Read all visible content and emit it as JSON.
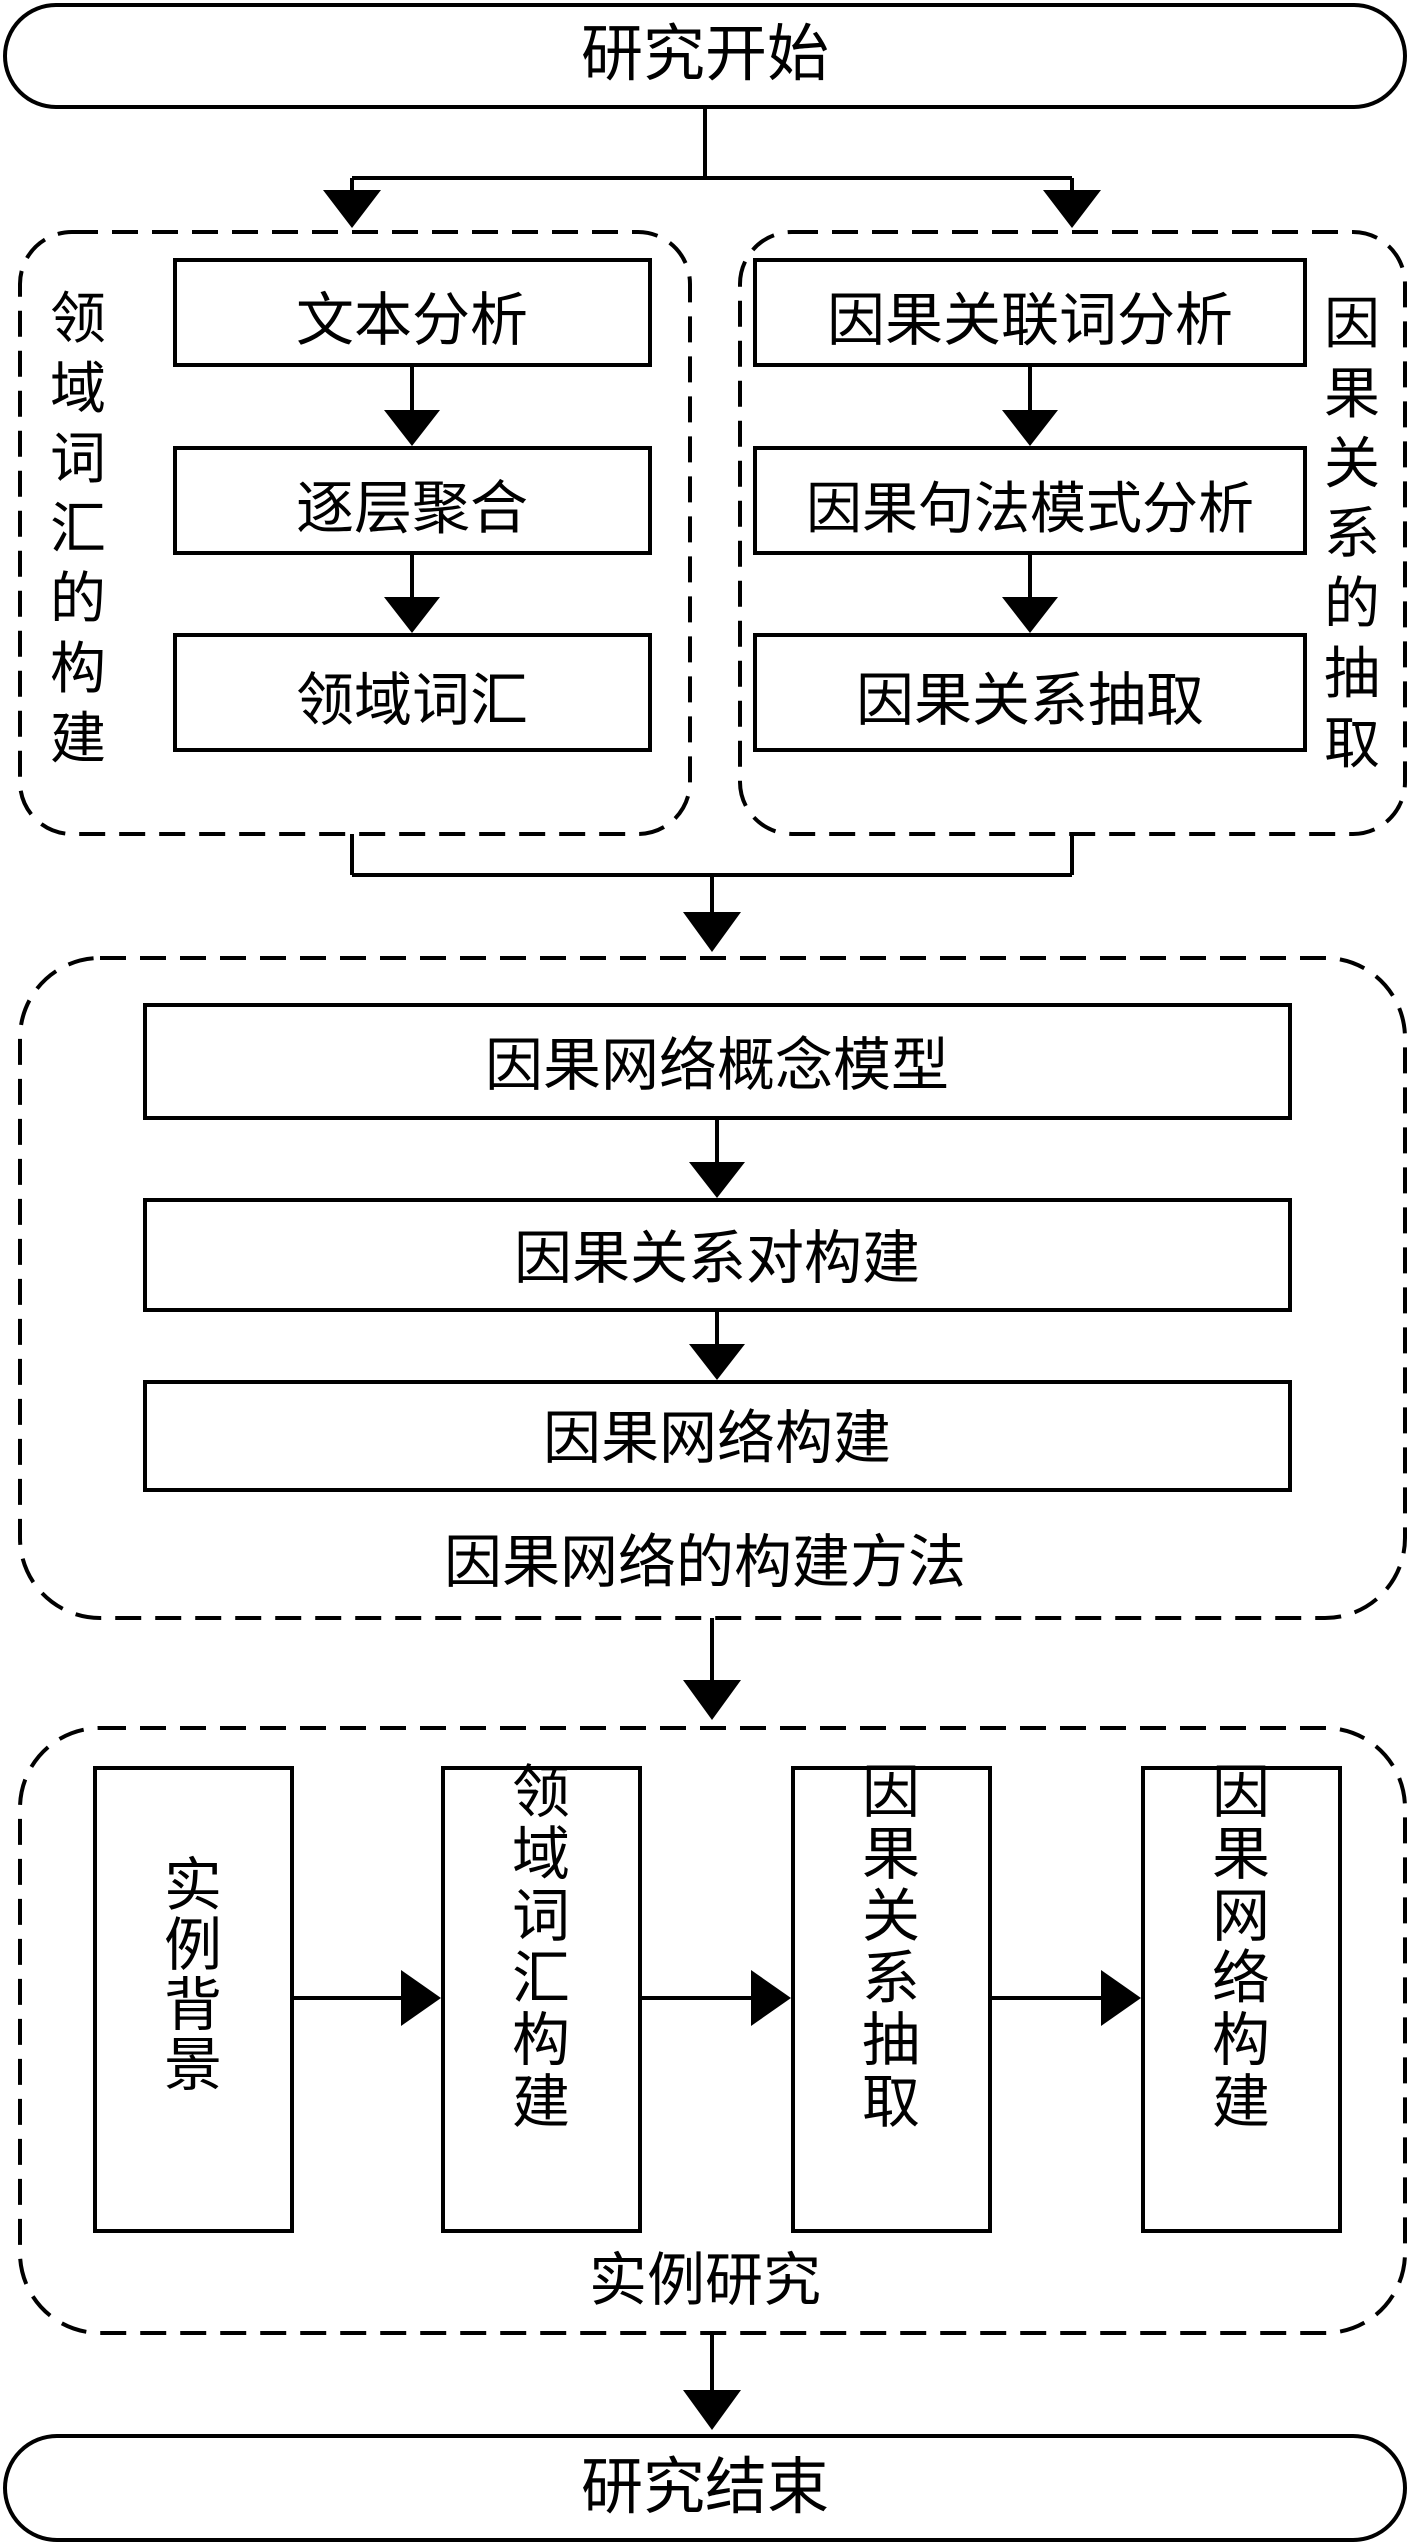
{
  "start": "研究开始",
  "end": "研究结束",
  "left_group": {
    "label": "领域词汇的构建",
    "steps": [
      "文本分析",
      "逐层聚合",
      "领域词汇"
    ]
  },
  "right_group": {
    "label": "因果关系的抽取",
    "steps": [
      "因果关联词分析",
      "因果句法模式分析",
      "因果关系抽取"
    ]
  },
  "method_group": {
    "label": "因果网络的构建方法",
    "steps": [
      "因果网络概念模型",
      "因果关系对构建",
      "因果网络构建"
    ]
  },
  "case_group": {
    "label": "实例研究",
    "steps": [
      "实例背景",
      "领域词汇构建",
      "因果关系抽取",
      "因果网络构建"
    ]
  },
  "colors": {
    "stroke": "#000000",
    "fill": "#ffffff"
  }
}
